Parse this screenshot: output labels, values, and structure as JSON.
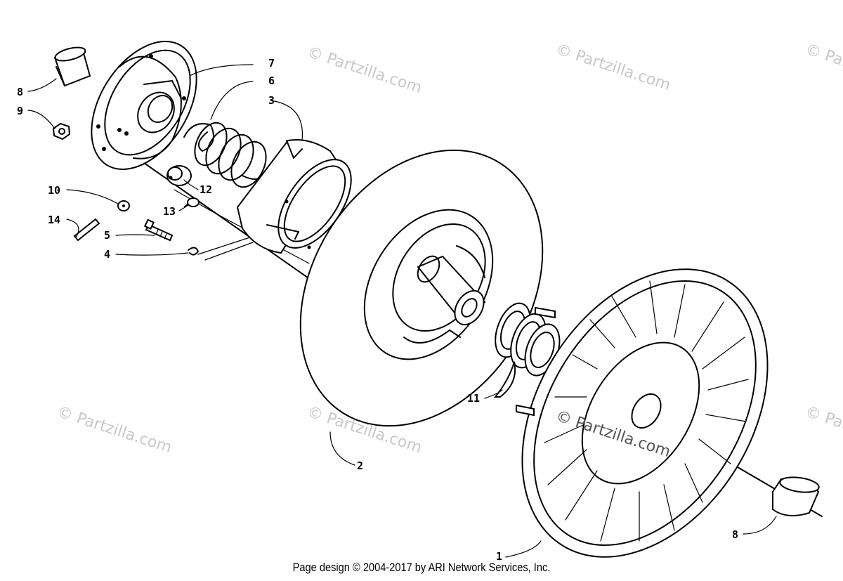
{
  "watermark": "© Partzilla.com",
  "footer": "Page design © 2004-2017 by ARI Network Services, Inc.",
  "callouts": {
    "c1": "1",
    "c2": "2",
    "c3": "3",
    "c4": "4",
    "c5": "5",
    "c6": "6",
    "c7": "7",
    "c8a": "8",
    "c8b": "8",
    "c9": "9",
    "c10": "10",
    "c11": "11",
    "c12": "12",
    "c13": "13",
    "c14": "14"
  }
}
